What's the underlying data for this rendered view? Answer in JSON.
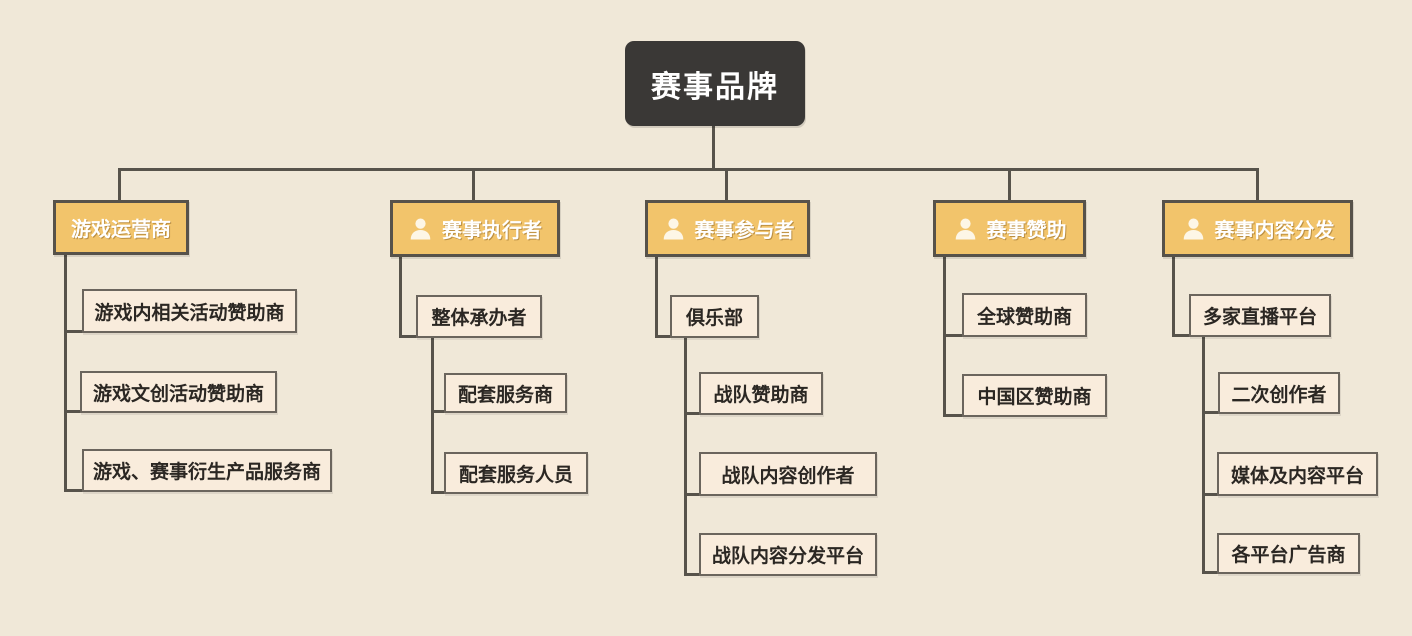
{
  "diagram": {
    "type": "mindmap-org-tree",
    "title": "赛事品牌"
  },
  "colors": {
    "background": "#f0e8d8",
    "root_fill": "#3a3836",
    "root_text": "#ffffff",
    "branch_fill": "#f2c46b",
    "branch_border": "#57524a",
    "branch_text": "#ffffff",
    "leaf_fill": "#f9ecdc",
    "leaf_border": "#6b655d",
    "leaf_text": "#2b2723",
    "connector": "#57534b"
  },
  "tree": {
    "root": {
      "label": "赛事品牌"
    },
    "branches": [
      {
        "label": "游戏运营商",
        "children": [
          {
            "label": "游戏内相关活动赞助商"
          },
          {
            "label": "游戏文创活动赞助商"
          },
          {
            "label": "游戏、赛事衍生产品服务商"
          }
        ]
      },
      {
        "label": "赛事执行者",
        "icon": "person-icon",
        "children": [
          {
            "label": "整体承办者",
            "children": [
              {
                "label": "配套服务商"
              },
              {
                "label": "配套服务人员"
              }
            ]
          }
        ]
      },
      {
        "label": "赛事参与者",
        "icon": "person-icon",
        "children": [
          {
            "label": "俱乐部",
            "children": [
              {
                "label": "战队赞助商"
              },
              {
                "label": "战队内容创作者"
              },
              {
                "label": "战队内容分发平台"
              }
            ]
          }
        ]
      },
      {
        "label": "赛事赞助",
        "icon": "person-icon",
        "children": [
          {
            "label": "全球赞助商"
          },
          {
            "label": "中国区赞助商"
          }
        ]
      },
      {
        "label": "赛事内容分发",
        "icon": "person-icon",
        "children": [
          {
            "label": "多家直播平台",
            "children": [
              {
                "label": "二次创作者"
              },
              {
                "label": "媒体及内容平台"
              },
              {
                "label": "各平台广告商"
              }
            ]
          }
        ]
      }
    ]
  }
}
